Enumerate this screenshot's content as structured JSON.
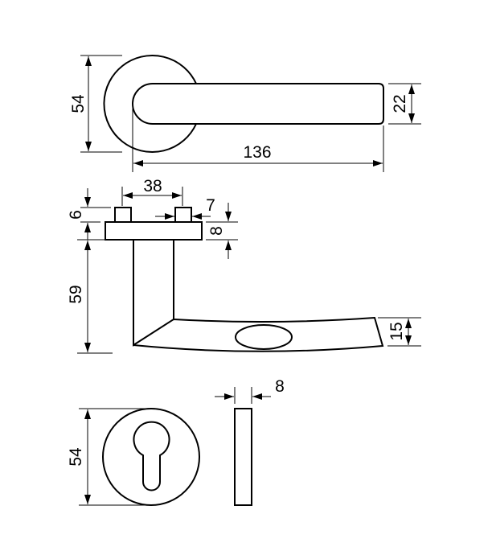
{
  "drawing": {
    "top_view": {
      "rose_diameter": "54",
      "lever_length": "136",
      "lever_height": "22"
    },
    "side_view": {
      "pin_spacing": "38",
      "pin_height": "6",
      "pin_width": "7",
      "rose_thickness": "8",
      "lever_drop": "59",
      "lever_end_height": "15"
    },
    "escutcheon": {
      "diameter": "54",
      "thickness": "8"
    }
  }
}
